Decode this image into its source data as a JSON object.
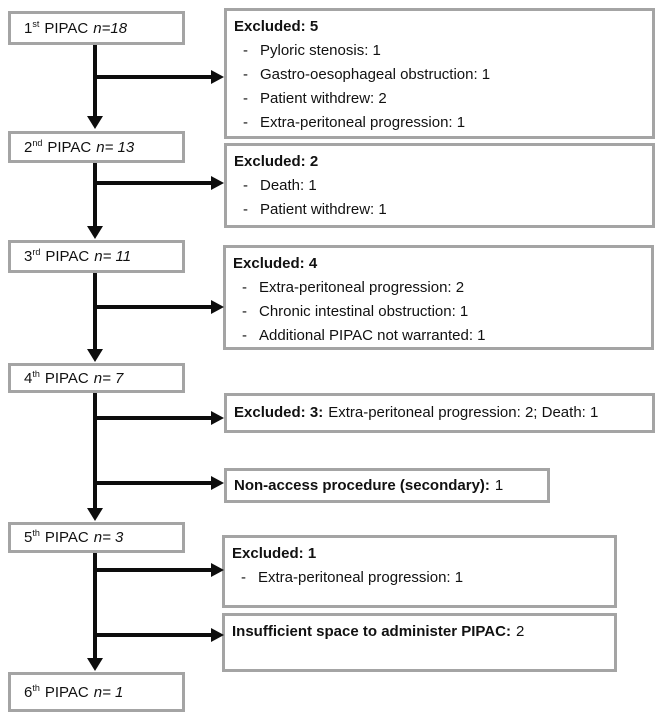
{
  "flow": {
    "bullet": "-",
    "stages": [
      {
        "num": "1",
        "ord": "st",
        "name": "PIPAC",
        "n": "n=18"
      },
      {
        "num": "2",
        "ord": "nd",
        "name": "PIPAC",
        "n": "n= 13"
      },
      {
        "num": "3",
        "ord": "rd",
        "name": "PIPAC",
        "n": "n= 11"
      },
      {
        "num": "4",
        "ord": "th",
        "name": "PIPAC",
        "n": "n= 7"
      },
      {
        "num": "5",
        "ord": "th",
        "name": "PIPAC",
        "n": "n= 3"
      },
      {
        "num": "6",
        "ord": "th",
        "name": "PIPAC",
        "n": "n= 1"
      }
    ],
    "side_boxes": [
      {
        "title": "Excluded: 5",
        "items": [
          "Pyloric stenosis: 1",
          "Gastro-oesophageal obstruction: 1",
          "Patient withdrew: 2",
          "Extra-peritoneal progression: 1"
        ]
      },
      {
        "title": "Excluded: 2",
        "items": [
          "Death: 1",
          "Patient withdrew: 1"
        ]
      },
      {
        "title": "Excluded: 4",
        "items": [
          "Extra-peritoneal progression: 2",
          "Chronic intestinal obstruction: 1",
          "Additional PIPAC not warranted: 1"
        ]
      },
      {
        "title": "Excluded: 3:",
        "inline_text": "Extra-peritoneal progression: 2; Death: 1"
      },
      {
        "title": "Non-access procedure (secondary):",
        "inline_text": "1"
      },
      {
        "title": "Excluded: 1",
        "items": [
          "Extra-peritoneal progression: 1"
        ]
      },
      {
        "title": "Insufficient space to administer PIPAC:",
        "inline_text": "2"
      }
    ],
    "colors": {
      "box_border": "#a4a4a4",
      "text": "#111111",
      "arrow": "#0d0d0d",
      "background": "#ffffff"
    }
  }
}
